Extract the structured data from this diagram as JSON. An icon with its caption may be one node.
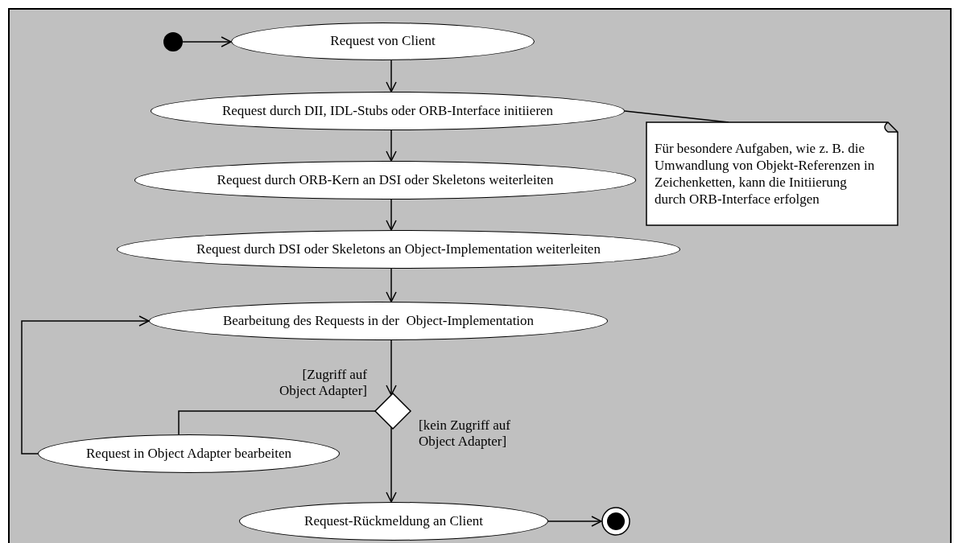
{
  "diagram": {
    "nodes": [
      {
        "text": [],
        "shape": "circle"
      },
      {
        "text": [
          "Request von Client"
        ]
      },
      {
        "text": [
          "Request durch DII, IDL-Stubs oder ORB-Interface initiieren"
        ]
      },
      {
        "text": [
          "Request durch ORB-Kern an DSI oder Skeletons weiterleiten"
        ]
      },
      {
        "text": [
          "Request durch DSI oder Skeletons an Object-Implementation weiterleiten"
        ]
      },
      {
        "text": [
          "Bearbeitung des Requests in der  Object-Implementation"
        ]
      },
      {
        "text": [],
        "shape": "diamond"
      },
      {
        "text": [
          "Request in Object Adapter bearbeiten"
        ]
      },
      {
        "text": [
          "Request-Rückmeldung an Client"
        ]
      },
      {
        "text": [],
        "shape": "circle"
      },
      {
        "text": [
          "Für besondere Aufgaben, wie z. B. die Umwandlung von Objekt-Referenzen in Zeichenketten, kann die Initiierung durch ORB-Interface erfolgen"
        ]
      }
    ],
    "edges": [
      {
        "from": 0,
        "to": 1,
        "arrow": "to"
      },
      {
        "from": 1,
        "to": 2,
        "arrow": "to"
      },
      {
        "from": 2,
        "to": 3,
        "arrow": "to"
      },
      {
        "from": 3,
        "to": 4,
        "arrow": "to"
      },
      {
        "from": 4,
        "to": 5,
        "arrow": "to"
      },
      {
        "from": 5,
        "to": 6,
        "arrow": "to"
      },
      {
        "from": 6,
        "to": 7,
        "arrow": "none",
        "label": "[Zugriff auf Object Adapter]"
      },
      {
        "from": 7,
        "to": 5,
        "arrow": "to"
      },
      {
        "from": 6,
        "to": 8,
        "arrow": "to",
        "label": "[kein Zugriff auf Object Adapter]"
      },
      {
        "from": 8,
        "to": 9,
        "arrow": "to"
      },
      {
        "from": 10,
        "to": 2,
        "arrow": "none"
      }
    ]
  }
}
